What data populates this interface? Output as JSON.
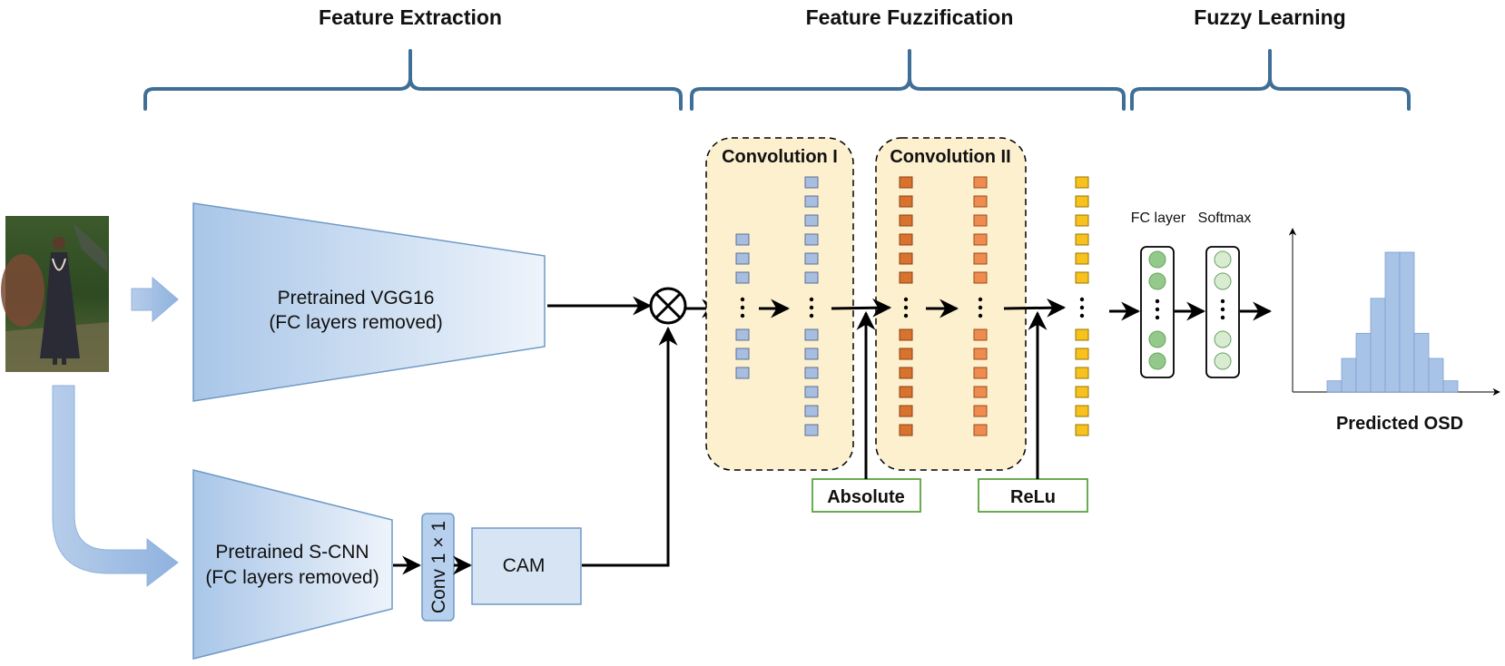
{
  "sections": {
    "feature_extraction": "Feature Extraction",
    "feature_fuzzification": "Feature Fuzzification",
    "fuzzy_learning": "Fuzzy Learning"
  },
  "vgg": {
    "line1": "Pretrained VGG16",
    "line2": "(FC layers removed)"
  },
  "scnn": {
    "line1": "Pretrained S-CNN",
    "line2": "(FC layers removed)"
  },
  "conv1x1": "Conv 1 × 1",
  "cam": "CAM",
  "conv_blocks": {
    "first": "Convolution I",
    "second": "Convolution II"
  },
  "activations": {
    "absolute": "Absolute",
    "relu": "ReLu"
  },
  "heads": {
    "fc": "FC layer",
    "softmax": "Softmax"
  },
  "output": {
    "label": "Predicted OSD"
  },
  "histogram": {
    "bins": [
      0.08,
      0.24,
      0.42,
      0.67,
      1.0,
      1.0,
      0.42,
      0.24,
      0.08
    ]
  },
  "colors": {
    "bracket": "#3f6f96",
    "blue_square": "#a8bee0",
    "orange_dark": "#d8732f",
    "orange_light": "#ee8c50",
    "yellow": "#f7c11e",
    "conv_bg": "#fdf0cf",
    "act_border": "#5aa33e",
    "node_green": "#93c98b",
    "node_light": "#d8ecd2",
    "hist_bar": "#a9c3e6"
  },
  "icons": {
    "merge": "circle-times-icon",
    "photo": "person-photo"
  }
}
